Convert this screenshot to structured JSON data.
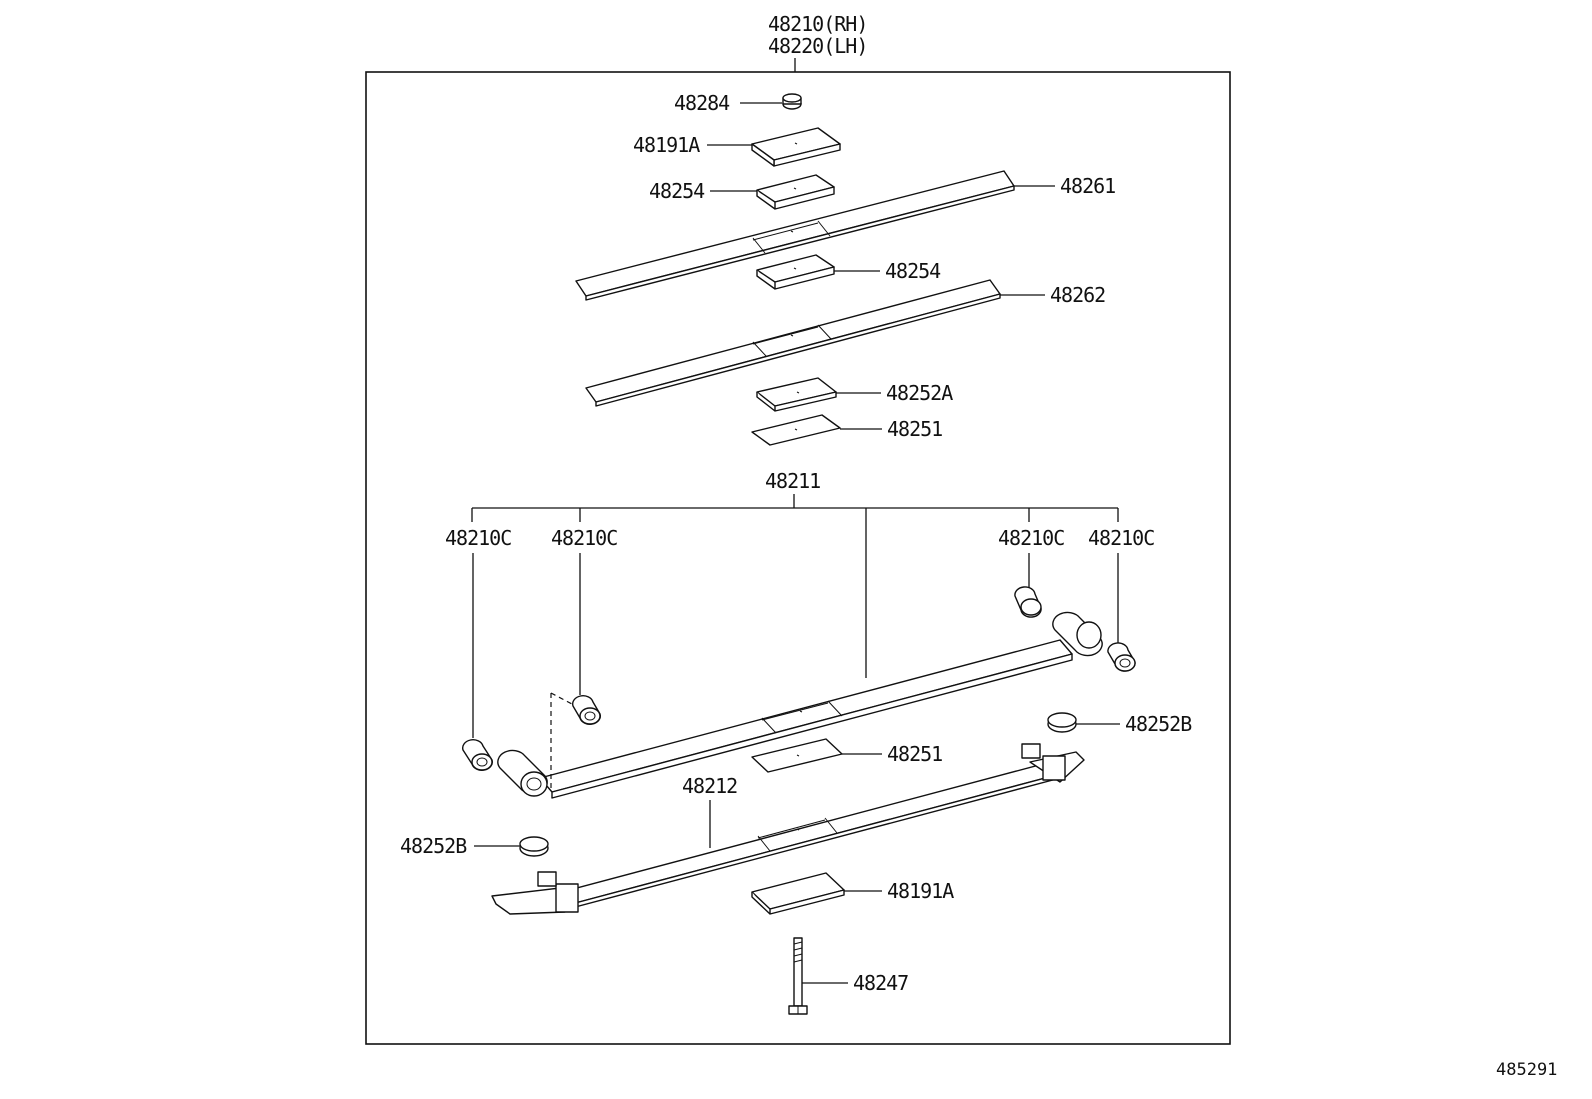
{
  "assembly": {
    "part_rh": "48210(RH)",
    "part_lh": "48220(LH)"
  },
  "labels": {
    "nut": "48284",
    "plate_top": "48191A",
    "spacer_upper": "48254",
    "leaf_1": "48261",
    "spacer_lower": "48254",
    "leaf_2": "48262",
    "plate_a": "48252A",
    "liner_upper": "48251",
    "main_leaf": "48211",
    "bushing_1": "48210C",
    "bushing_2": "48210C",
    "bushing_3": "48210C",
    "bushing_4": "48210C",
    "clip_right": "48252B",
    "liner_lower": "48251",
    "overload_leaf": "48212",
    "clip_left": "48252B",
    "plate_bottom": "48191A",
    "center_bolt": "48247"
  },
  "diagram_ref": "485291"
}
